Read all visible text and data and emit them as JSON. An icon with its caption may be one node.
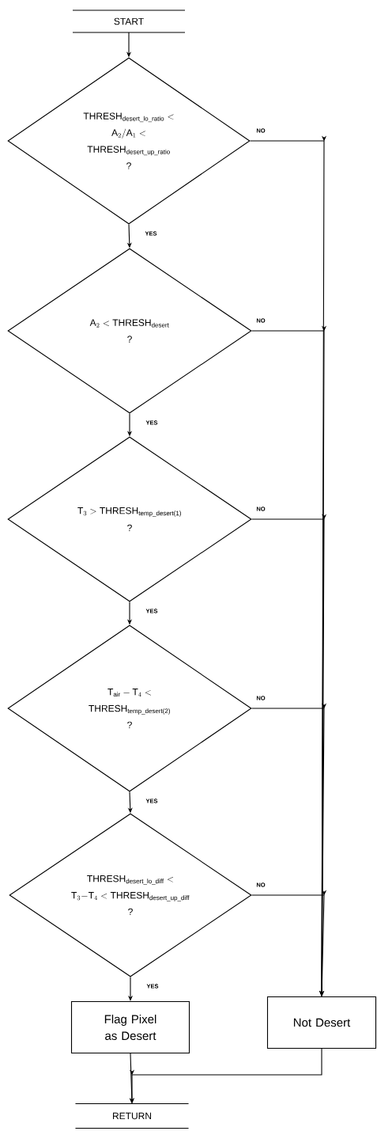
{
  "diagram": {
    "nodes": [
      {
        "text": [
          "START"
        ]
      },
      {
        "text": [
          "\\text{THRESH}_{\\text{desert\\_lo\\_ratio}} < \\text{A}_{2} / \\text{A}_{1} < \\text{THRESH}_{\\text{desert\\_up\\_ratio}}",
          "?"
        ]
      },
      {
        "text": [
          "\\text{A}_{2} < \\text{THRESH}_{\\text{desert}}",
          "?"
        ]
      },
      {
        "text": [
          "\\text{T}_{3} > \\text{THRESH}_{\\text{temp\\_desert(1)}}",
          "?"
        ]
      },
      {
        "text": [
          "\\text{T}_{\\text{air}} - \\text{T}_{4} < \\text{THRESH}_{\\text{temp\\_desert(2)}}",
          "?"
        ]
      },
      {
        "text": [
          "\\text{THRESH}_{\\text{desert\\_lo\\_diff}} < \\text{T}_{3} - \\text{T}_{4} < \\text{THRESH}_{\\text{desert\\_up\\_diff}}",
          "?"
        ]
      },
      {
        "text": [
          "Flag Pixel as Desert"
        ]
      },
      {
        "text": [
          "Not Desert"
        ]
      },
      {
        "text": [
          "RETURN"
        ]
      }
    ],
    "edges": [
      {
        "from": 0,
        "to": 1,
        "arrow": "to"
      },
      {
        "from": 1,
        "to": 2,
        "arrow": "to",
        "label": "YES"
      },
      {
        "from": 1,
        "to": 7,
        "arrow": "to",
        "label": "NO"
      },
      {
        "from": 2,
        "to": 3,
        "arrow": "to",
        "label": "YES"
      },
      {
        "from": 2,
        "to": 7,
        "arrow": "to",
        "label": "NO"
      },
      {
        "from": 3,
        "to": 4,
        "arrow": "to",
        "label": "YES"
      },
      {
        "from": 3,
        "to": 7,
        "arrow": "to",
        "label": "NO"
      },
      {
        "from": 4,
        "to": 5,
        "arrow": "to",
        "label": "YES"
      },
      {
        "from": 4,
        "to": 7,
        "arrow": "to",
        "label": "NO"
      },
      {
        "from": 5,
        "to": 6,
        "arrow": "to",
        "label": "YES"
      },
      {
        "from": 5,
        "to": 7,
        "arrow": "to",
        "label": "NO"
      },
      {
        "from": 6,
        "to": 8,
        "arrow": "to"
      },
      {
        "from": 7,
        "to": 8,
        "arrow": "to"
      }
    ]
  }
}
